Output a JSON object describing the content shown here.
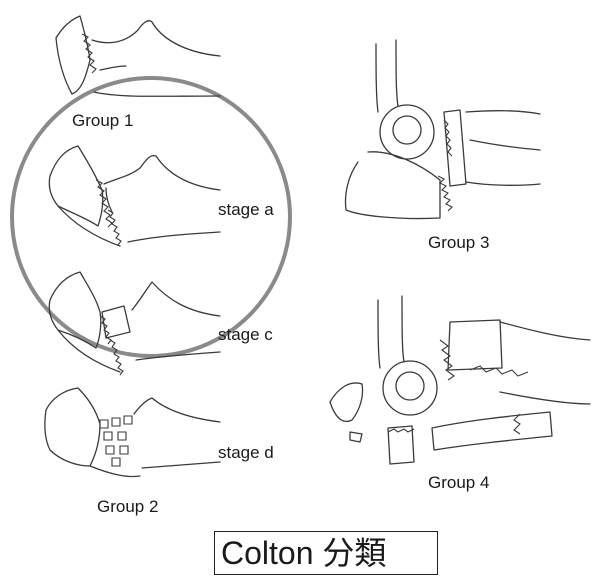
{
  "labels": {
    "group1": "Group 1",
    "stage_a": "stage a",
    "stage_c": "stage c",
    "stage_d": "stage d",
    "group2": "Group 2",
    "group3": "Group 3",
    "group4": "Group 4"
  },
  "title": "Colton 分類"
}
